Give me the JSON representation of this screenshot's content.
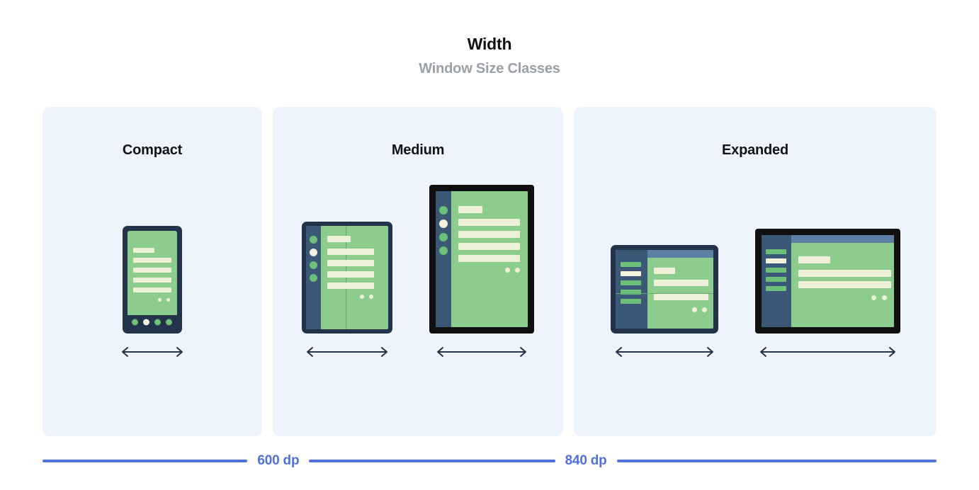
{
  "header": {
    "title": "Width",
    "subtitle": "Window Size Classes"
  },
  "panels": [
    {
      "label": "Compact",
      "devices": [
        {
          "name": "phone-portrait",
          "frame": "navy",
          "arrow_label": "resize-arrow"
        }
      ]
    },
    {
      "label": "Medium",
      "devices": [
        {
          "name": "foldable-portrait",
          "frame": "navy",
          "arrow_label": "resize-arrow"
        },
        {
          "name": "tablet-portrait",
          "frame": "black",
          "arrow_label": "resize-arrow"
        }
      ]
    },
    {
      "label": "Expanded",
      "devices": [
        {
          "name": "foldable-landscape",
          "frame": "navy",
          "arrow_label": "resize-arrow"
        },
        {
          "name": "tablet-landscape",
          "frame": "black",
          "arrow_label": "resize-arrow"
        }
      ]
    }
  ],
  "scale": {
    "breakpoints": [
      "600 dp",
      "840 dp"
    ]
  },
  "colors": {
    "panel_background": "#eef4fd",
    "screen_green": "#8ccd8d",
    "content_cream": "#eff0d9",
    "frame_navy": "#22334b",
    "frame_black": "#101010",
    "rail_navy": "#3b5877",
    "accent_blue": "#4f6fdb",
    "subtitle_gray": "#9aa0a6"
  }
}
